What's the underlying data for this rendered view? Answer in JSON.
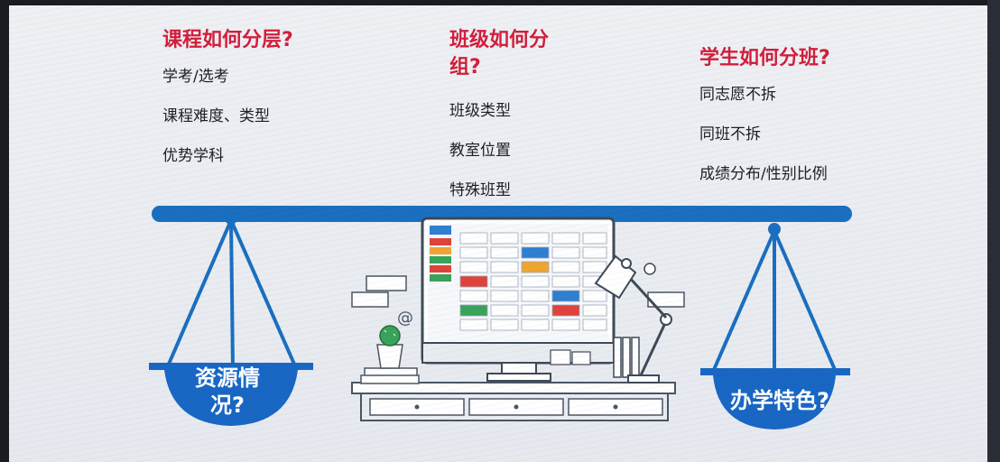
{
  "left": {
    "heading": "课程如何分层?",
    "items": [
      "学考/选考",
      "课程难度、类型",
      "优势学科"
    ],
    "pan_label_line1": "资源情",
    "pan_label_line2": "况?"
  },
  "middle": {
    "heading_line1": "班级如何分",
    "heading_line2": "组?",
    "items": [
      "班级类型",
      "教室位置",
      "特殊班型"
    ]
  },
  "right": {
    "heading": "学生如何分班?",
    "items": [
      "同志愿不拆",
      "同班不拆",
      "成绩分布/性别比例"
    ],
    "pan_label": "办学特色?"
  },
  "colors": {
    "heading_red": "#d21f3c",
    "scale_blue": "#1b6fc0",
    "pan_blue": "#1967c4"
  },
  "icons": [
    "balance-scale-icon",
    "monitor-icon",
    "desk-lamp-icon",
    "cactus-plant-icon",
    "at-sign-icon",
    "books-icon"
  ]
}
